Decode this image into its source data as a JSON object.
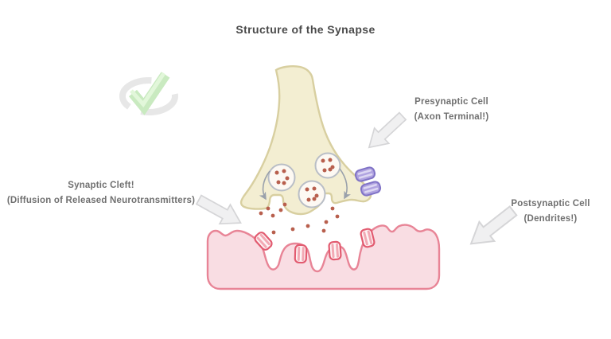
{
  "title": "Structure of the Synapse",
  "labels": {
    "presynaptic": {
      "line1": "Presynaptic Cell",
      "line2": "(Axon Terminal!)"
    },
    "cleft": {
      "line1": "Synaptic Cleft!",
      "line2": "(Diffusion of Released Neurotransmitters)"
    },
    "postsynaptic": {
      "line1": "Postsynaptic Cell",
      "line2": "(Dendrites!)"
    }
  },
  "figure": {
    "type": "anatomy-diagram",
    "components": {
      "axon_terminal": 1,
      "synaptic_vesicles": 3,
      "voltage_gated_channels": 2,
      "neurotransmitter_dots": 12,
      "postsynaptic_receptors": 4,
      "pointer_arrows": 3
    },
    "status_icon": "green-checkmark"
  },
  "colors": {
    "bg": "#ffffff",
    "title-color": "#4a4a4a",
    "label-color": "#707070",
    "terminal-fill": "#f3eed2",
    "terminal-stroke": "#d8cfa0",
    "vesicle-fill": "#fdf9f3",
    "vesicle-stroke": "#b9bec6",
    "dot-color": "#b85f4d",
    "channel-fill": "#b0a3e0",
    "channel-stroke": "#8073c6",
    "channel-stripe": "#ddd7f3",
    "post-fill": "#f9dde3",
    "post-stroke": "#e88496",
    "receptor-fill": "#fdf4f5",
    "receptor-stroke": "#e25b70",
    "receptor-stripe": "#f2a9b4",
    "arrow-fill": "#f0f0f1",
    "arrow-stroke": "#d5d5d7",
    "small-arrow": "#9aa1ab",
    "check-green": "#c9eac0",
    "check-highlight": "#e2f7da",
    "ring-gray": "#e7e7e7"
  }
}
